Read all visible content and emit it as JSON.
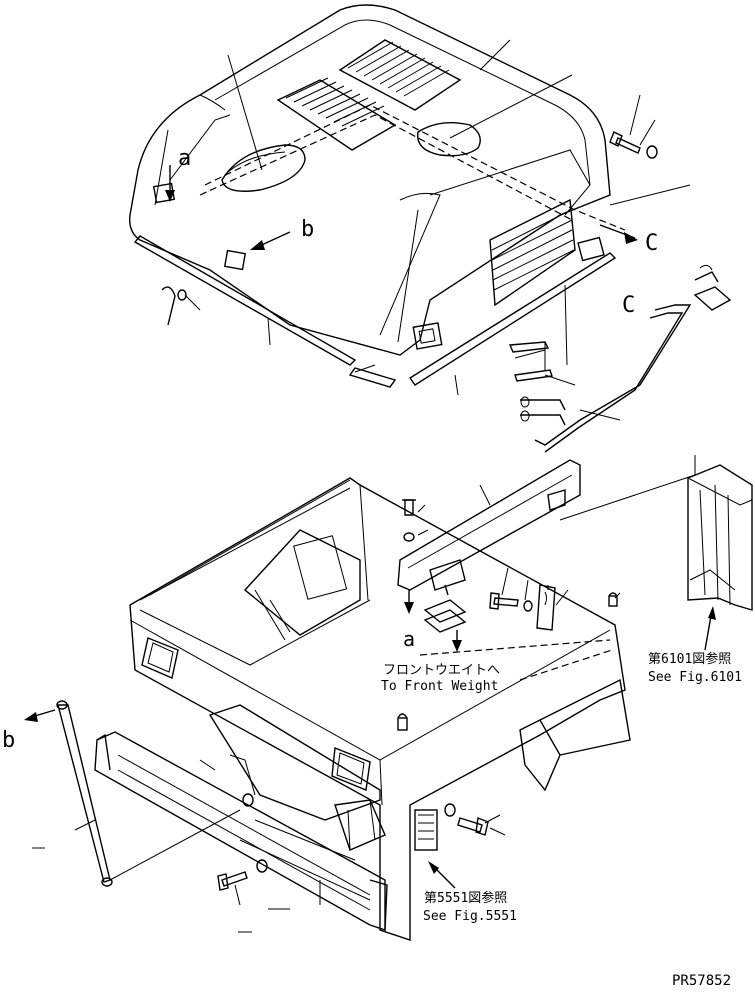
{
  "drawing": {
    "drawing_number": "PR57852"
  },
  "callouts": {
    "a_top": "a",
    "b_top": "b",
    "c_right_top": "C",
    "c_right_mid": "C",
    "a_bottom": "a",
    "b_left": "b"
  },
  "references": {
    "front_weight_jp": "フロントウエイトへ",
    "front_weight_en": "To Front Weight",
    "fig6101_jp": "第6101図参照",
    "fig6101_en": "See Fig.6101",
    "fig5551_jp": "第5551図参照",
    "fig5551_en": "See Fig.5551"
  }
}
